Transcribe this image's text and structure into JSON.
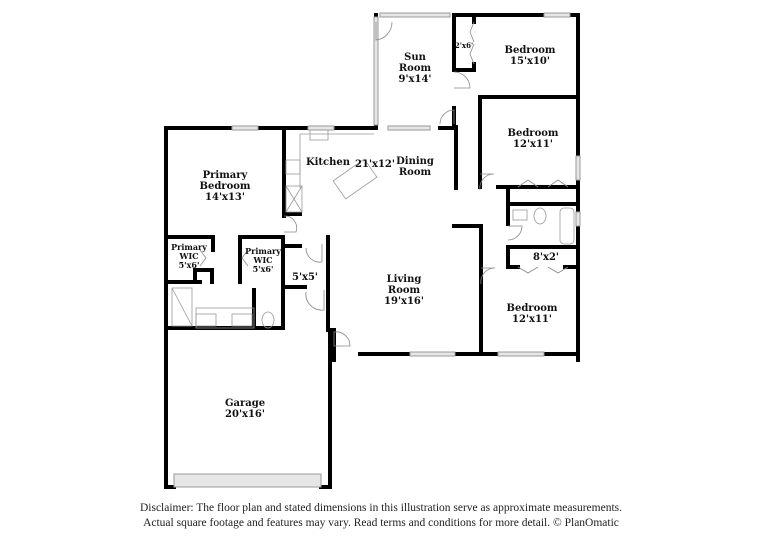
{
  "rooms": [
    {
      "id": "sun-room",
      "name": "Sun Room",
      "dims": "9'x14'"
    },
    {
      "id": "bedroom-top",
      "name": "Bedroom",
      "dims": "15'x10'"
    },
    {
      "id": "closet-top",
      "name": "",
      "dims": "2'x6'"
    },
    {
      "id": "bedroom-middle",
      "name": "Bedroom",
      "dims": "12'x11'"
    },
    {
      "id": "kitchen",
      "name": "Kitchen",
      "dims": "21'x12'"
    },
    {
      "id": "dining-room",
      "name": "Dining Room",
      "dims": ""
    },
    {
      "id": "primary-bedroom",
      "name": "Primary Bedroom",
      "dims": "14'x13'"
    },
    {
      "id": "primary-wic-left",
      "name": "Primary WIC",
      "dims": "5'x6'"
    },
    {
      "id": "primary-wic-right",
      "name": "Primary WIC",
      "dims": "5'x6'"
    },
    {
      "id": "laundry",
      "name": "",
      "dims": "5'x5'"
    },
    {
      "id": "living-room",
      "name": "Living Room",
      "dims": "19'x16'"
    },
    {
      "id": "closet-hall",
      "name": "",
      "dims": "8'x2'"
    },
    {
      "id": "bedroom-bottom",
      "name": "Bedroom",
      "dims": "12'x11'"
    },
    {
      "id": "garage",
      "name": "Garage",
      "dims": "20'x16'"
    }
  ],
  "labels": {
    "sun_1": "Sun",
    "sun_2": "Room",
    "sun_3": "9'x14'",
    "bed1_1": "Bedroom",
    "bed1_2": "15'x10'",
    "closet1": "2'x6'",
    "bed2_1": "Bedroom",
    "bed2_2": "12'x11'",
    "kitchen": "Kitchen",
    "kitchen_dims": "21'x12'",
    "dining_1": "Dining",
    "dining_2": "Room",
    "pbed_1": "Primary",
    "pbed_2": "Bedroom",
    "pbed_3": "14'x13'",
    "wic1_1": "Primary",
    "wic1_2": "WIC",
    "wic1_3": "5'x6'",
    "wic2_1": "Primary",
    "wic2_2": "WIC",
    "wic2_3": "5'x6'",
    "laundry": "5'x5'",
    "living_1": "Living",
    "living_2": "Room",
    "living_3": "19'x16'",
    "closet2": "8'x2'",
    "bed3_1": "Bedroom",
    "bed3_2": "12'x11'",
    "garage_1": "Garage",
    "garage_2": "20'x16'"
  },
  "disclaimer": {
    "line1": "Disclaimer: The floor plan and stated dimensions in this illustration serve as approximate measurements.",
    "line2": "Actual square footage and features may vary. Read terms and conditions for more detail. © PlanOmatic"
  },
  "colors": {
    "wall": "#000000",
    "window": "#cccccc",
    "fixture": "#999999"
  }
}
